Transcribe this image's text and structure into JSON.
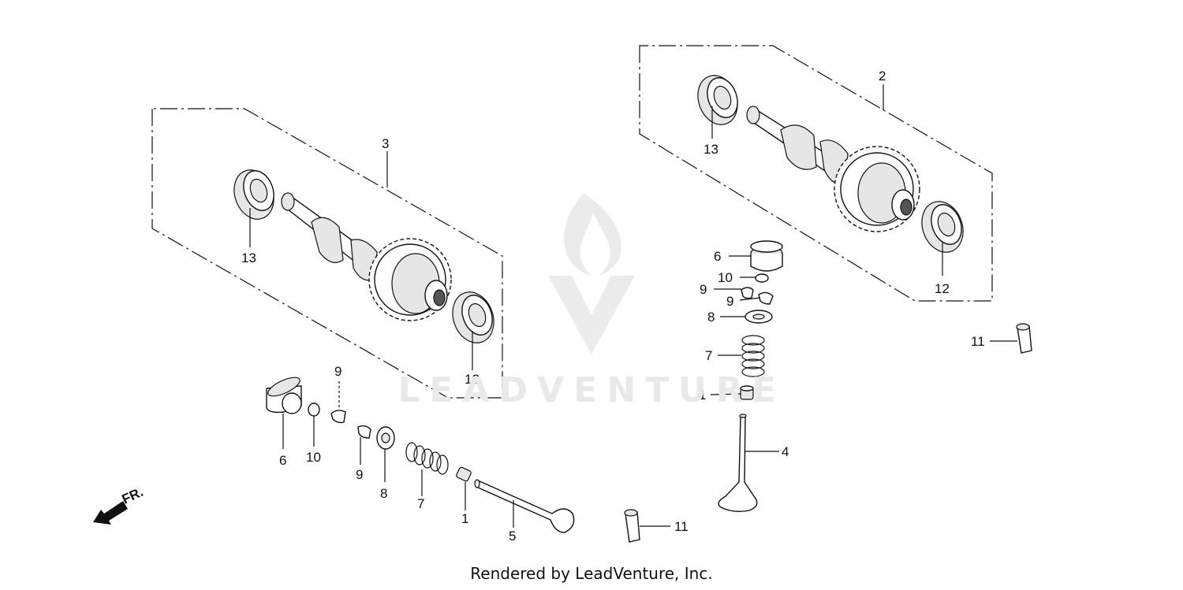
{
  "watermark": {
    "text": "LEADVENTURE"
  },
  "callouts": {
    "c2": "2",
    "c3": "3",
    "c13_left": "13",
    "c12_left": "12",
    "c13_right": "13",
    "c12_right": "12",
    "c6_right": "6",
    "c10_right": "10",
    "c9a_right": "9",
    "c9b_right": "9",
    "c8_right": "8",
    "c7_right": "7",
    "c1_right": "1",
    "c4": "4",
    "c11_right": "11",
    "c11_bottom": "11",
    "c6_left": "6",
    "c10_left": "10",
    "c9a_left": "9",
    "c9b_left": "9",
    "c8_left": "8",
    "c7_left": "7",
    "c1_left": "1",
    "c5": "5"
  },
  "front_marker": {
    "text": "FR."
  },
  "credit": {
    "text": "Rendered by LeadVenture, Inc."
  }
}
